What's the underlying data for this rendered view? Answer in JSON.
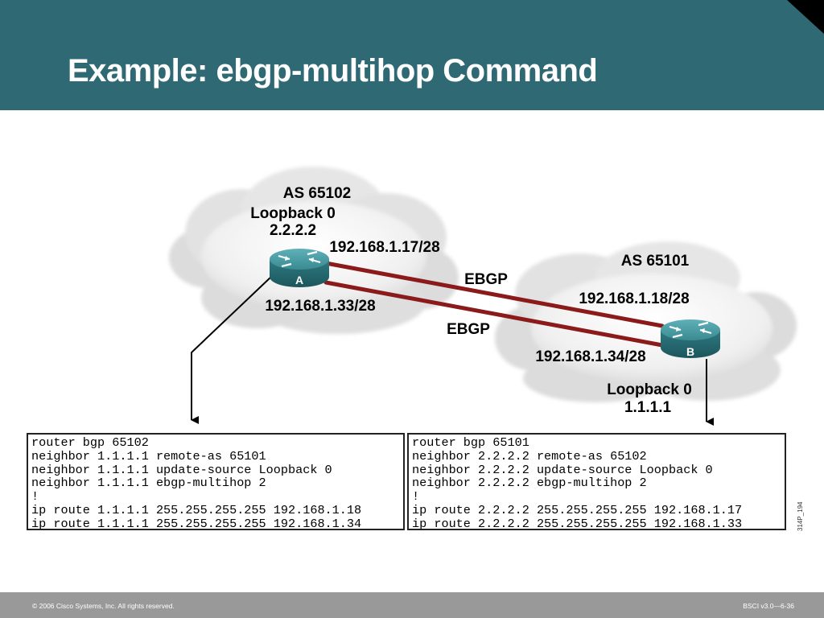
{
  "slide": {
    "title": "Example: ebgp-multihop Command",
    "footer_copyright": "© 2006 Cisco Systems, Inc. All rights reserved.",
    "footer_course": "BSCI v3.0—6-36",
    "figure_id": "314P_194"
  },
  "colors": {
    "header": "#2f6a74",
    "link": "#8b1a1a",
    "router": "#3a8a92",
    "footer": "#999999"
  },
  "diagram": {
    "router_a": {
      "label": "A",
      "as": "AS 65102",
      "loopback_name": "Loopback 0",
      "loopback_ip": "2.2.2.2",
      "link1_ip": "192.168.1.17/28",
      "link2_ip": "192.168.1.33/28"
    },
    "router_b": {
      "label": "B",
      "as": "AS 65101",
      "loopback_name": "Loopback 0",
      "loopback_ip": "1.1.1.1",
      "link1_ip": "192.168.1.18/28",
      "link2_ip": "192.168.1.34/28"
    },
    "link1_label": "EBGP",
    "link2_label": "EBGP"
  },
  "config_a": [
    "router bgp 65102",
    "neighbor 1.1.1.1 remote-as 65101",
    "neighbor 1.1.1.1 update-source Loopback 0",
    "neighbor 1.1.1.1 ebgp-multihop 2",
    "!",
    "ip route 1.1.1.1 255.255.255.255 192.168.1.18",
    "ip route 1.1.1.1 255.255.255.255 192.168.1.34"
  ],
  "config_b": [
    "router bgp 65101",
    "neighbor 2.2.2.2 remote-as 65102",
    "neighbor 2.2.2.2 update-source Loopback 0",
    "neighbor 2.2.2.2 ebgp-multihop 2",
    "!",
    "ip route 2.2.2.2 255.255.255.255 192.168.1.17",
    "ip route 2.2.2.2 255.255.255.255 192.168.1.33"
  ]
}
